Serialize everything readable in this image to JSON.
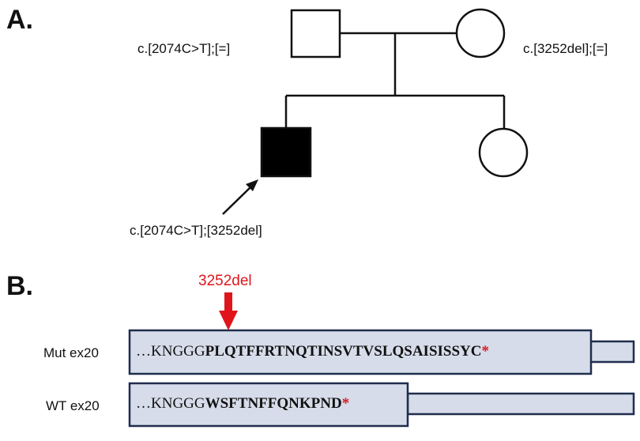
{
  "panels": {
    "a": {
      "letter": "A."
    },
    "b": {
      "letter": "B."
    }
  },
  "pedigree": {
    "father": {
      "shape": "square",
      "affected": false,
      "genotype": "c.[2074C>T];[=]"
    },
    "mother": {
      "shape": "circle",
      "affected": false,
      "genotype": "c.[3252del];[=]"
    },
    "proband": {
      "shape": "square",
      "affected": true,
      "genotype": "c.[2074C>T];[3252del]"
    },
    "sibling": {
      "shape": "circle",
      "affected": false
    }
  },
  "protein": {
    "deletion_label": "3252del",
    "mutant": {
      "label": "Mut ex20",
      "prefix": "…KNGGG",
      "bold": "PLQTFFRTNQTINSVTVSLQSAISISSYC",
      "stop": "*"
    },
    "wildtype": {
      "label": "WT ex20",
      "prefix": "…KNGGG",
      "bold": "WSFTNFFQNKPND",
      "stop": "*"
    }
  },
  "colors": {
    "line": "#111111",
    "affected_fill": "#000000",
    "box_fill": "#d6dce9",
    "box_border": "#1f2d4d",
    "arrow": "#e0151b"
  }
}
